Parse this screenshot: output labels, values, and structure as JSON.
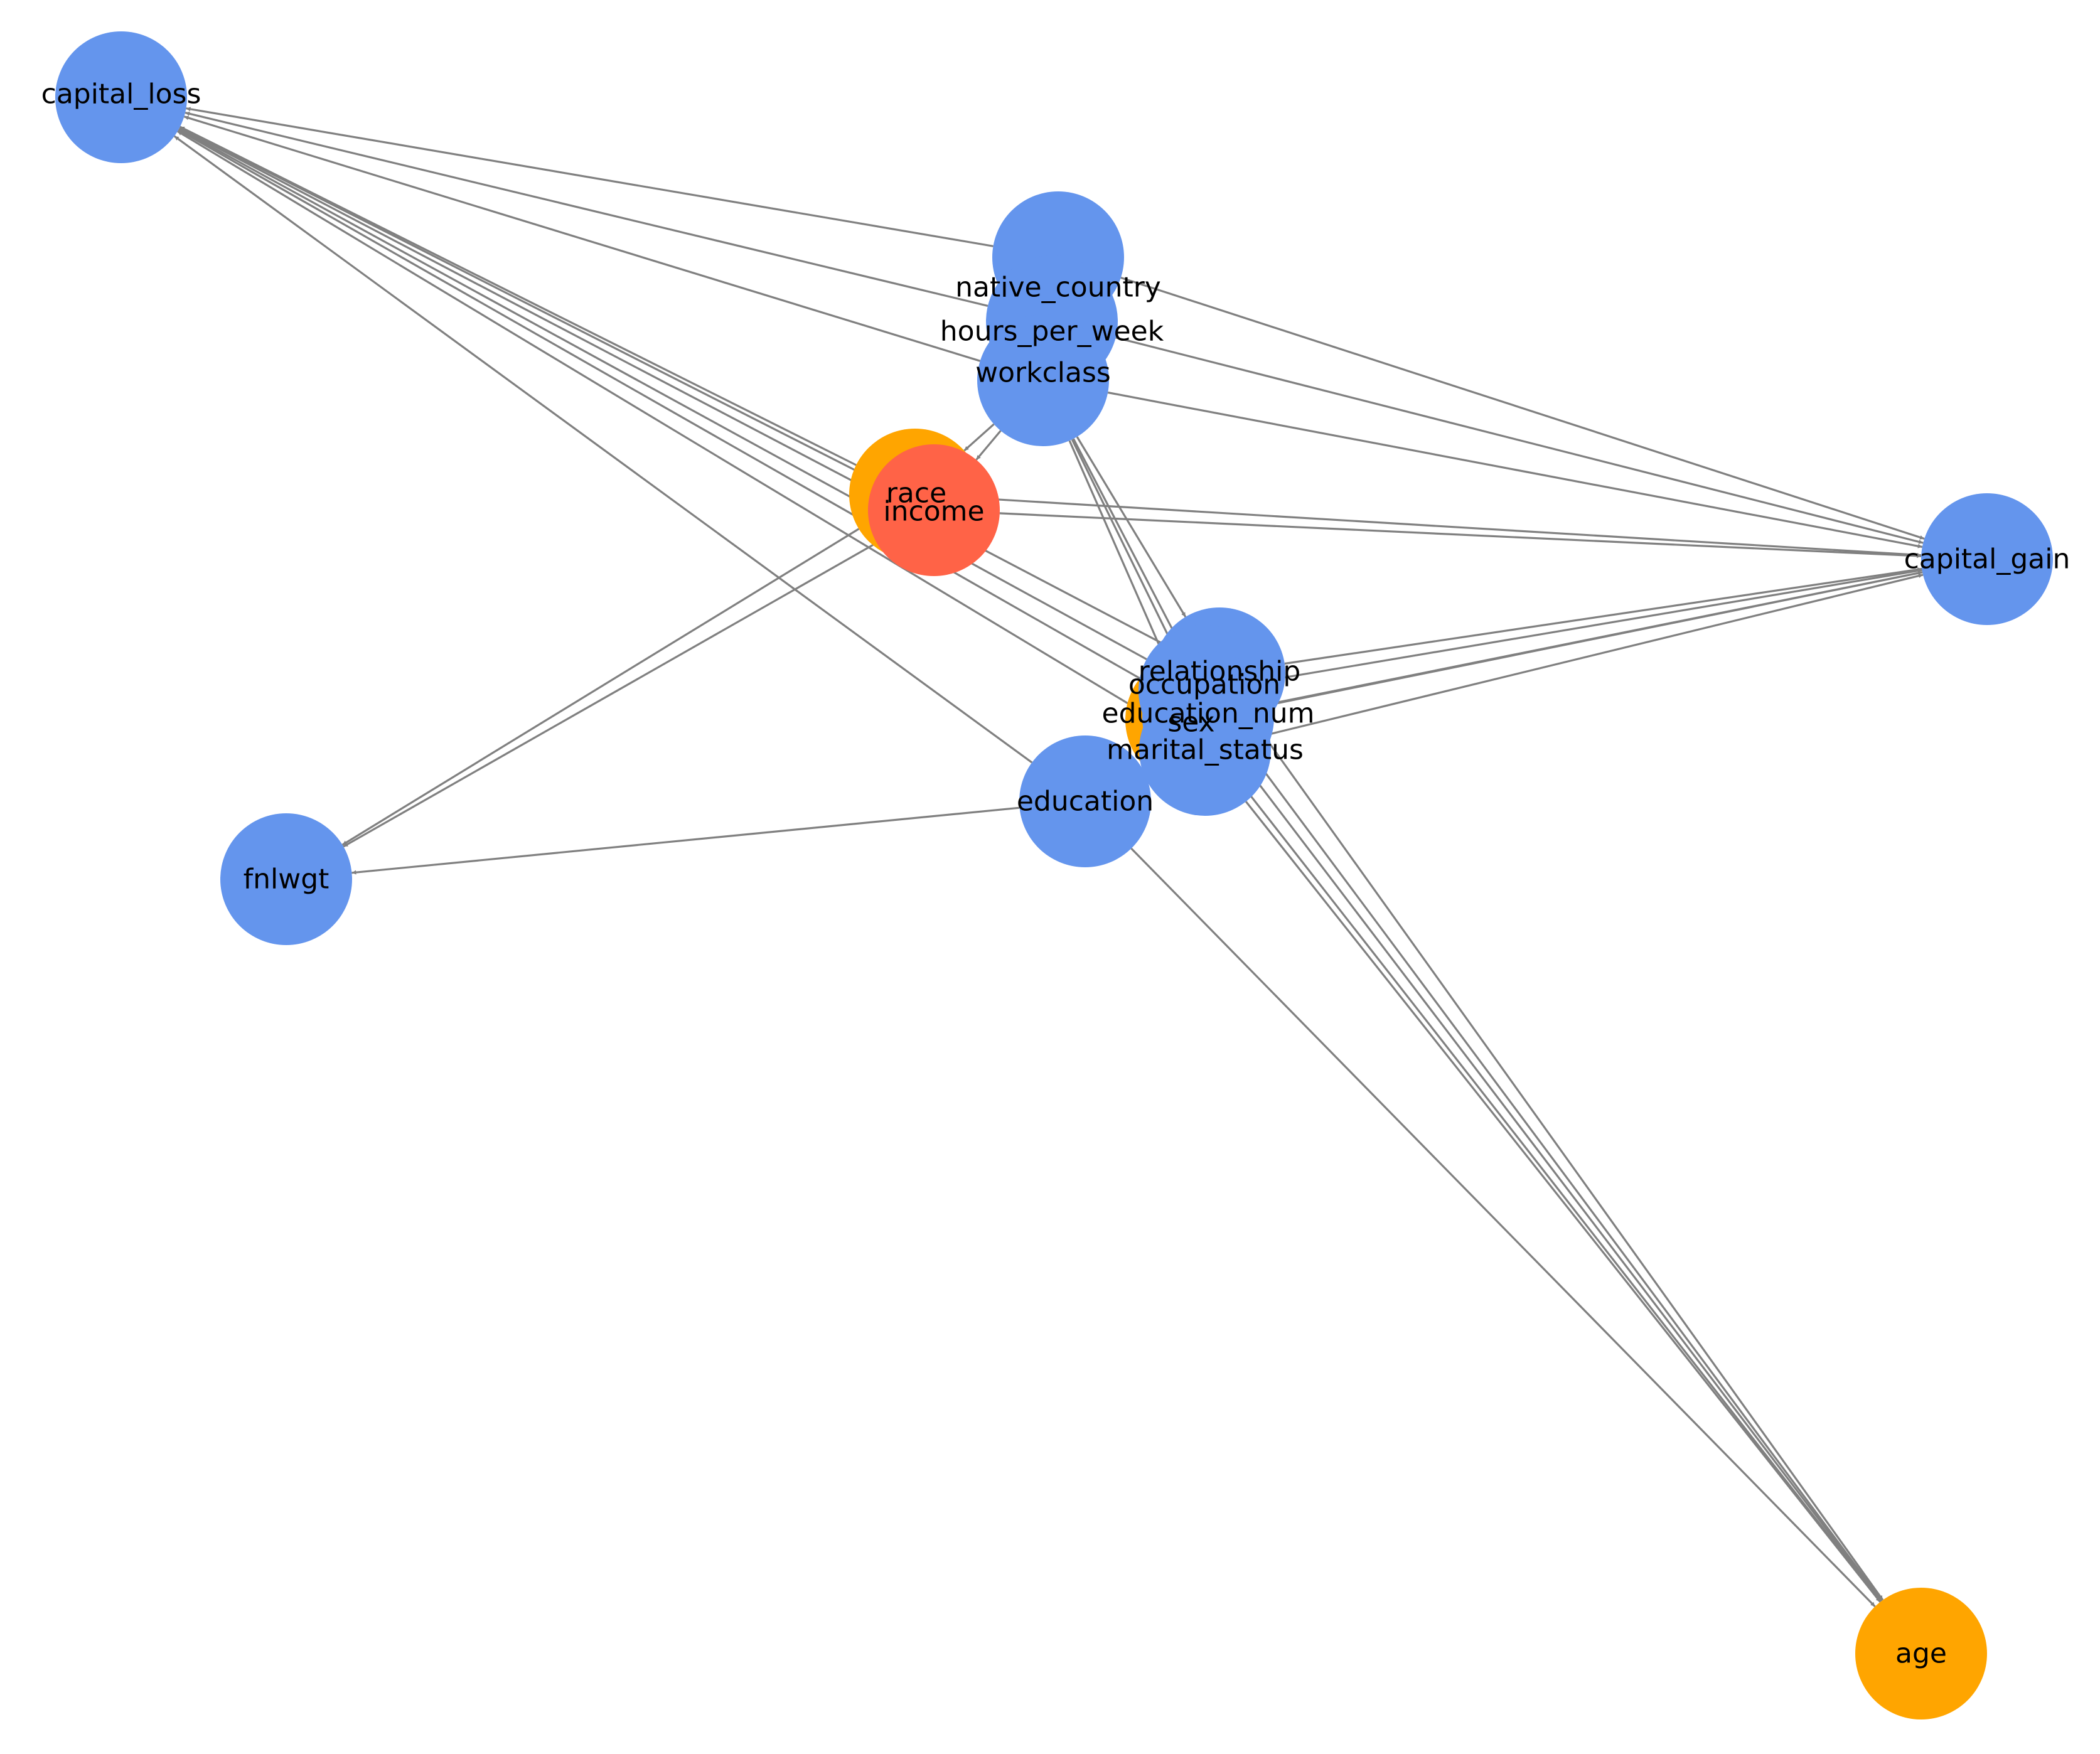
{
  "colors": {
    "edge": "#808080",
    "blue": "#6495ED",
    "orange": "#FFA500",
    "red": "#FF6347"
  },
  "nodes": [
    {
      "id": "capital_loss",
      "label": "capital_loss",
      "color": "blue"
    },
    {
      "id": "native_country",
      "label": "native_country",
      "color": "blue"
    },
    {
      "id": "hours_per_week",
      "label": "hours_per_week",
      "color": "blue"
    },
    {
      "id": "workclass",
      "label": "workclass",
      "color": "blue"
    },
    {
      "id": "race",
      "label": "race",
      "color": "orange"
    },
    {
      "id": "income",
      "label": "income",
      "color": "red"
    },
    {
      "id": "capital_gain",
      "label": "capital_gain",
      "color": "blue"
    },
    {
      "id": "sex",
      "label": "sex",
      "color": "orange"
    },
    {
      "id": "relationship",
      "label": "relationship",
      "color": "blue"
    },
    {
      "id": "occupation",
      "label": "occupation",
      "color": "blue"
    },
    {
      "id": "education_num",
      "label": "education_num",
      "color": "blue"
    },
    {
      "id": "marital_status",
      "label": "marital_status",
      "color": "blue"
    },
    {
      "id": "education",
      "label": "education",
      "color": "blue"
    },
    {
      "id": "fnlwgt",
      "label": "fnlwgt",
      "color": "blue"
    },
    {
      "id": "age",
      "label": "age",
      "color": "orange"
    }
  ],
  "edges": [
    [
      "native_country",
      "capital_loss"
    ],
    [
      "hours_per_week",
      "capital_loss"
    ],
    [
      "workclass",
      "capital_loss"
    ],
    [
      "race",
      "capital_loss"
    ],
    [
      "income",
      "capital_loss"
    ],
    [
      "relationship",
      "capital_loss"
    ],
    [
      "occupation",
      "capital_loss"
    ],
    [
      "education_num",
      "capital_loss"
    ],
    [
      "marital_status",
      "capital_loss"
    ],
    [
      "education",
      "capital_loss"
    ],
    [
      "native_country",
      "capital_gain"
    ],
    [
      "hours_per_week",
      "capital_gain"
    ],
    [
      "workclass",
      "capital_gain"
    ],
    [
      "race",
      "capital_gain"
    ],
    [
      "income",
      "capital_gain"
    ],
    [
      "relationship",
      "capital_gain"
    ],
    [
      "occupation",
      "capital_gain"
    ],
    [
      "education_num",
      "capital_gain"
    ],
    [
      "marital_status",
      "capital_gain"
    ],
    [
      "sex",
      "capital_gain"
    ],
    [
      "workclass",
      "race"
    ],
    [
      "workclass",
      "income"
    ],
    [
      "race",
      "fnlwgt"
    ],
    [
      "income",
      "fnlwgt"
    ],
    [
      "education",
      "fnlwgt"
    ],
    [
      "workclass",
      "relationship"
    ],
    [
      "workclass",
      "occupation"
    ],
    [
      "workclass",
      "education_num"
    ],
    [
      "workclass",
      "marital_status"
    ],
    [
      "education",
      "age"
    ],
    [
      "relationship",
      "age"
    ],
    [
      "occupation",
      "age"
    ],
    [
      "education_num",
      "age"
    ],
    [
      "marital_status",
      "age"
    ],
    [
      "sex",
      "age"
    ]
  ]
}
